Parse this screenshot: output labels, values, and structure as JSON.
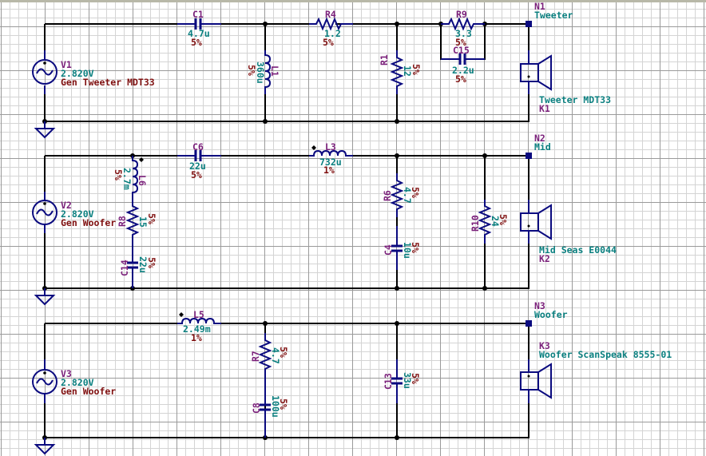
{
  "schematic": {
    "colors": {
      "wire": "#000000",
      "component": "#0a0a7f",
      "ref": "#7a1f7a",
      "value": "#0a7f7f",
      "tolerance": "#7f0f0f"
    },
    "sources": [
      {
        "ref": "V1",
        "value": "2.820V",
        "desc": "Gen Tweeter MDT33"
      },
      {
        "ref": "V2",
        "value": "2.820V",
        "desc": "Gen Woofer"
      },
      {
        "ref": "V3",
        "value": "2.820V",
        "desc": "Gen Woofer"
      }
    ],
    "components": {
      "C1": {
        "ref": "C1",
        "value": "4.7u",
        "tol": "5%"
      },
      "L1": {
        "ref": "L1",
        "value": "360u",
        "tol": "5%"
      },
      "R4": {
        "ref": "R4",
        "value": "1.2",
        "tol": "5%"
      },
      "R1": {
        "ref": "R1",
        "value": "12",
        "tol": "5%"
      },
      "R9": {
        "ref": "R9",
        "value": "3.3",
        "tol": "5%"
      },
      "C15": {
        "ref": "C15",
        "value": "2.2u",
        "tol": "5%"
      },
      "C6": {
        "ref": "C6",
        "value": "22u",
        "tol": "5%"
      },
      "L6": {
        "ref": "L6",
        "value": "2.7m",
        "tol": "5%"
      },
      "R8": {
        "ref": "R8",
        "value": "15",
        "tol": "5%"
      },
      "C14": {
        "ref": "C14",
        "value": "22u",
        "tol": "5%"
      },
      "L3": {
        "ref": "L3",
        "value": "732u",
        "tol": "1%"
      },
      "R6": {
        "ref": "R6",
        "value": "4.7",
        "tol": "5%"
      },
      "C4": {
        "ref": "C4",
        "value": "10u",
        "tol": "5%"
      },
      "R10": {
        "ref": "R10",
        "value": "24",
        "tol": "5%"
      },
      "L5": {
        "ref": "L5",
        "value": "2.49m",
        "tol": "1%"
      },
      "R7": {
        "ref": "R7",
        "value": "4.7",
        "tol": "5%"
      },
      "C8": {
        "ref": "C8",
        "value": "100u",
        "tol": "5%"
      },
      "C13": {
        "ref": "C13",
        "value": "33u",
        "tol": "5%"
      }
    },
    "nodes": [
      {
        "ref": "N1",
        "name": "Tweeter"
      },
      {
        "ref": "N2",
        "name": "Mid"
      },
      {
        "ref": "N3",
        "name": "Woofer"
      }
    ],
    "speakers": [
      {
        "ref": "K1",
        "name": "Tweeter MDT33"
      },
      {
        "ref": "K2",
        "name": "Mid Seas E0044"
      },
      {
        "ref": "K3",
        "name": "Woofer ScanSpeak 8555-01"
      }
    ]
  }
}
